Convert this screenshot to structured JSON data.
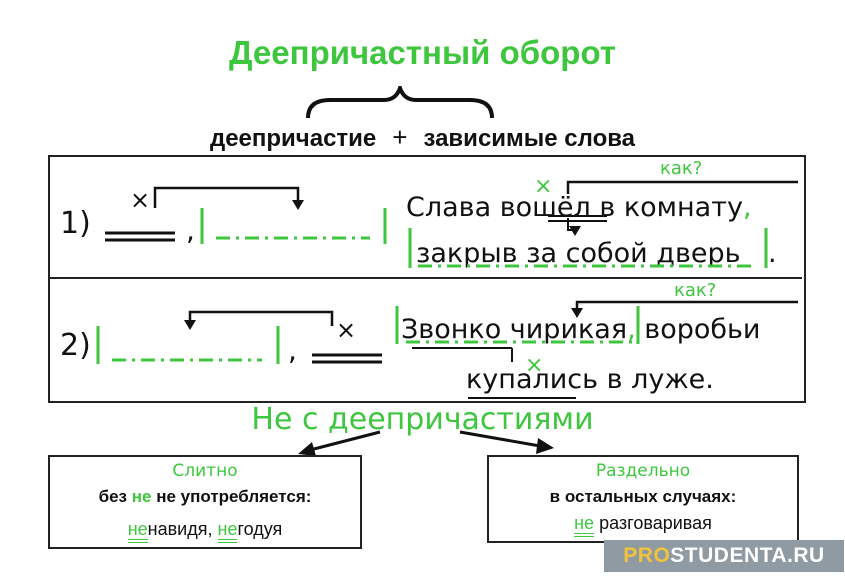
{
  "colors": {
    "green": "#3ec63e",
    "black": "#111111"
  },
  "title": "Деепричастный оборот",
  "formula": {
    "left": "деепричастие",
    "plus": "+",
    "right": "зависимые слова"
  },
  "row1": {
    "number": "1)",
    "line1": {
      "word1": "Слава",
      "word2": "вошёл",
      "rest": "в комнату",
      "comma": ","
    },
    "line2": "закрыв за собой дверь",
    "period": ".",
    "question": "как?",
    "cross": "×"
  },
  "row2": {
    "number": "2)",
    "line1_part": "Звонко чирикая",
    "comma": ",",
    "line1_rest": "воробьи",
    "line2": "купались в луже.",
    "question": "как?",
    "cross": "×"
  },
  "subtitle": "Не с деепричастиями",
  "left_box": {
    "heading": "Слитно",
    "rule_prefix": "без",
    "rule_ne": "не",
    "rule_suffix": "не употребляется:",
    "ex1_ne": "не",
    "ex1_rest": "навидя,",
    "ex2_ne": "не",
    "ex2_rest": "годуя"
  },
  "right_box": {
    "heading": "Раздельно",
    "rule": "в остальных случаях:",
    "ex_ne": "не",
    "ex_rest": "разговаривая"
  },
  "watermark": {
    "pro": "PRO",
    "rest": "STUDENTA.RU"
  }
}
